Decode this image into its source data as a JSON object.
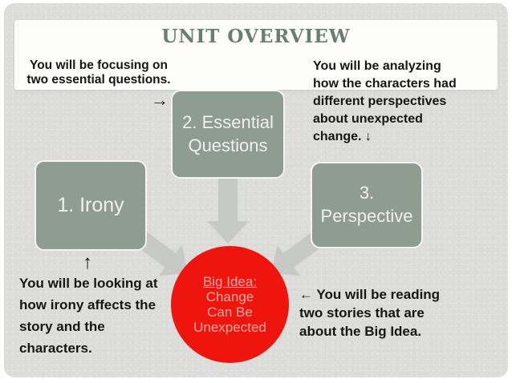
{
  "slide": {
    "title": "UNIT OVERVIEW",
    "top_left_note": "You will be focusing on\ntwo essential questions.",
    "top_left_pointer": "→",
    "top_right_note": "You will be analyzing\nhow the characters had\ndifferent perspectives\nabout unexpected\nchange.  ↓",
    "bottom_left_pointer": "↑",
    "bottom_left_note": "You will be looking at\nhow irony affects the\nstory and the\ncharacters.",
    "bottom_right_note": "← You will be reading\ntwo stories that are\nabout the Big Idea.",
    "boxes": [
      {
        "id": "irony",
        "label": "1. Irony"
      },
      {
        "id": "essential-questions",
        "label": "2. Essential\nQuestions"
      },
      {
        "id": "perspective",
        "label": "3.\nPerspective"
      }
    ],
    "big_idea": {
      "heading": "Big Idea:",
      "body": "Change\nCan Be\nUnexpected"
    },
    "colors": {
      "slide_background": "#dcddda",
      "panel_white": "#fcfcfb",
      "title_text": "#697e70",
      "box_fill": "#8e9c92",
      "box_text": "#eef1ee",
      "circle_fill": "#ed150d",
      "circle_text": "#f2a8a2",
      "body_text": "#161616",
      "connector_arrow": "#c6c9c5"
    }
  }
}
